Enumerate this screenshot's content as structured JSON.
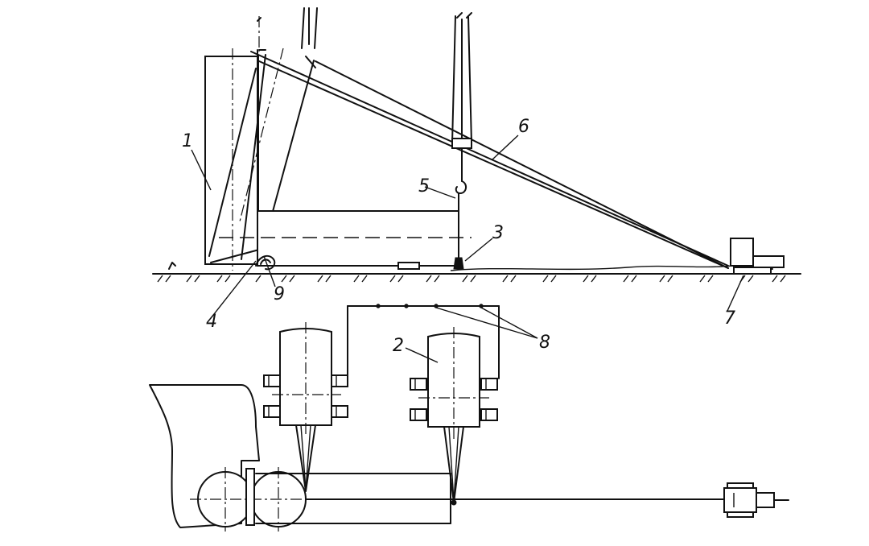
{
  "labels": {
    "1": "1",
    "2": "2",
    "3": "3",
    "4": "4",
    "5": "5",
    "6": "6",
    "7": "7",
    "8": "8",
    "9": "9"
  }
}
